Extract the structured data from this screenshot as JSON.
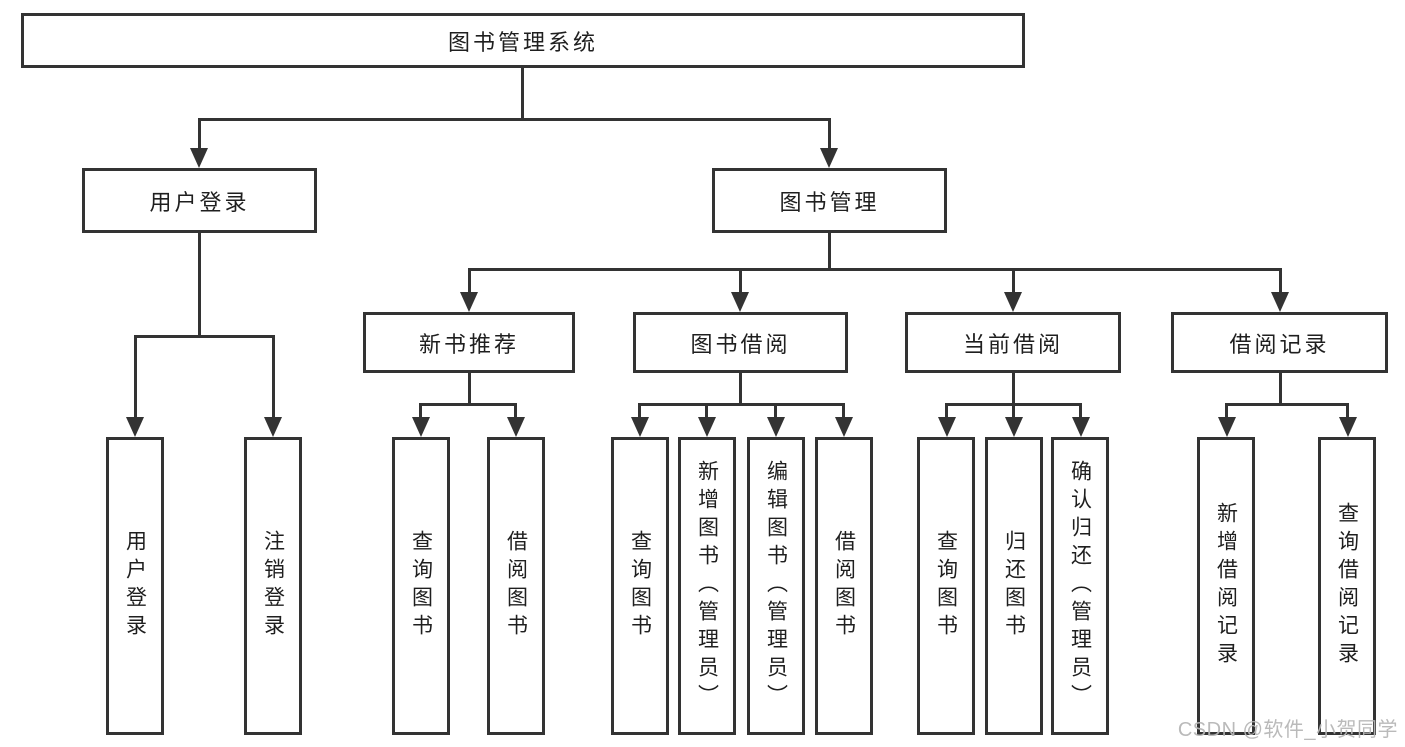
{
  "tree": {
    "root": {
      "label": "图书管理系统",
      "children": [
        {
          "label": "用户登录",
          "children": [
            {
              "label": "用户登录"
            },
            {
              "label": "注销登录"
            }
          ]
        },
        {
          "label": "图书管理",
          "children": [
            {
              "label": "新书推荐",
              "children": [
                {
                  "label": "查询图书"
                },
                {
                  "label": "借阅图书"
                }
              ]
            },
            {
              "label": "图书借阅",
              "children": [
                {
                  "label": "查询图书"
                },
                {
                  "label": "新增图书（管理员）"
                },
                {
                  "label": "编辑图书（管理员）"
                },
                {
                  "label": "借阅图书"
                }
              ]
            },
            {
              "label": "当前借阅",
              "children": [
                {
                  "label": "查询图书"
                },
                {
                  "label": "归还图书"
                },
                {
                  "label": "确认归还（管理员）"
                }
              ]
            },
            {
              "label": "借阅记录",
              "children": [
                {
                  "label": "新增借阅记录"
                },
                {
                  "label": "查询借阅记录"
                }
              ]
            }
          ]
        }
      ]
    }
  },
  "watermark": {
    "text": "CSDN @软件_小贺同学"
  },
  "colors": {
    "line": "#333333",
    "text": "#1f1f1f",
    "background": "#ffffff",
    "watermark": "#b6b6b6"
  }
}
